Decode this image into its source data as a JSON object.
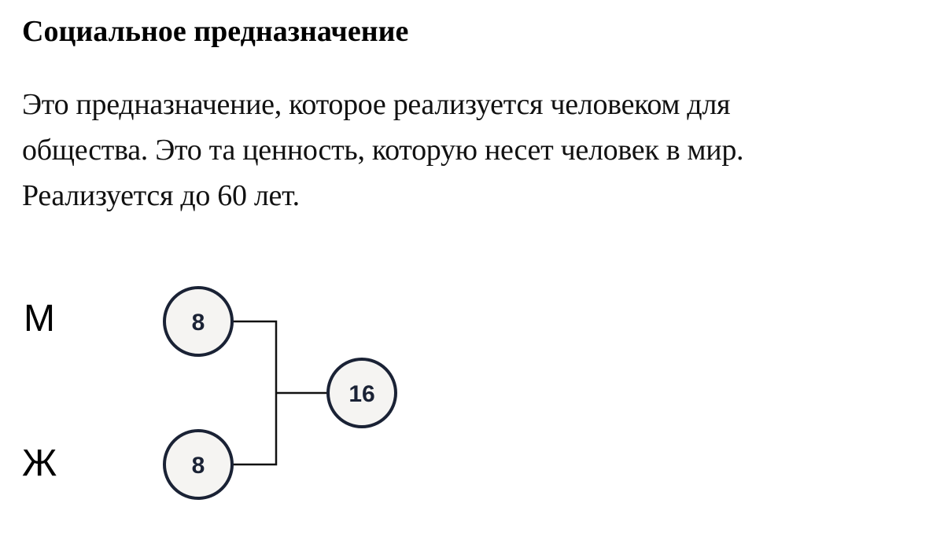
{
  "title": "Социальное предназначение",
  "paragraph": {
    "lines": [
      "Это предназначение, которое реализуется человеком для",
      "общества. Это та ценность, которую несет человек в мир.",
      "Реализуется до 60 лет."
    ]
  },
  "diagram": {
    "labels": {
      "male": "М",
      "female": "Ж"
    },
    "nodes": {
      "male_value": "8",
      "female_value": "8",
      "sum_value": "16"
    },
    "colors": {
      "circle_stroke": "#1a2235",
      "circle_fill": "#f5f4f2",
      "line": "#111111"
    }
  }
}
